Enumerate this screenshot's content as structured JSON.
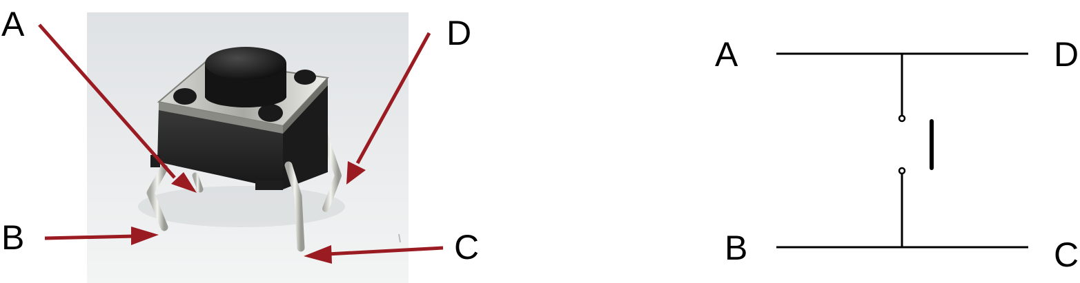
{
  "photo": {
    "pin_labels": {
      "a": "A",
      "b": "B",
      "c": "C",
      "d": "D"
    },
    "arrow_color": "#9b1b22"
  },
  "schematic": {
    "terminal_labels": {
      "a": "A",
      "b": "B",
      "c": "C",
      "d": "D"
    },
    "line_color": "#000000"
  }
}
